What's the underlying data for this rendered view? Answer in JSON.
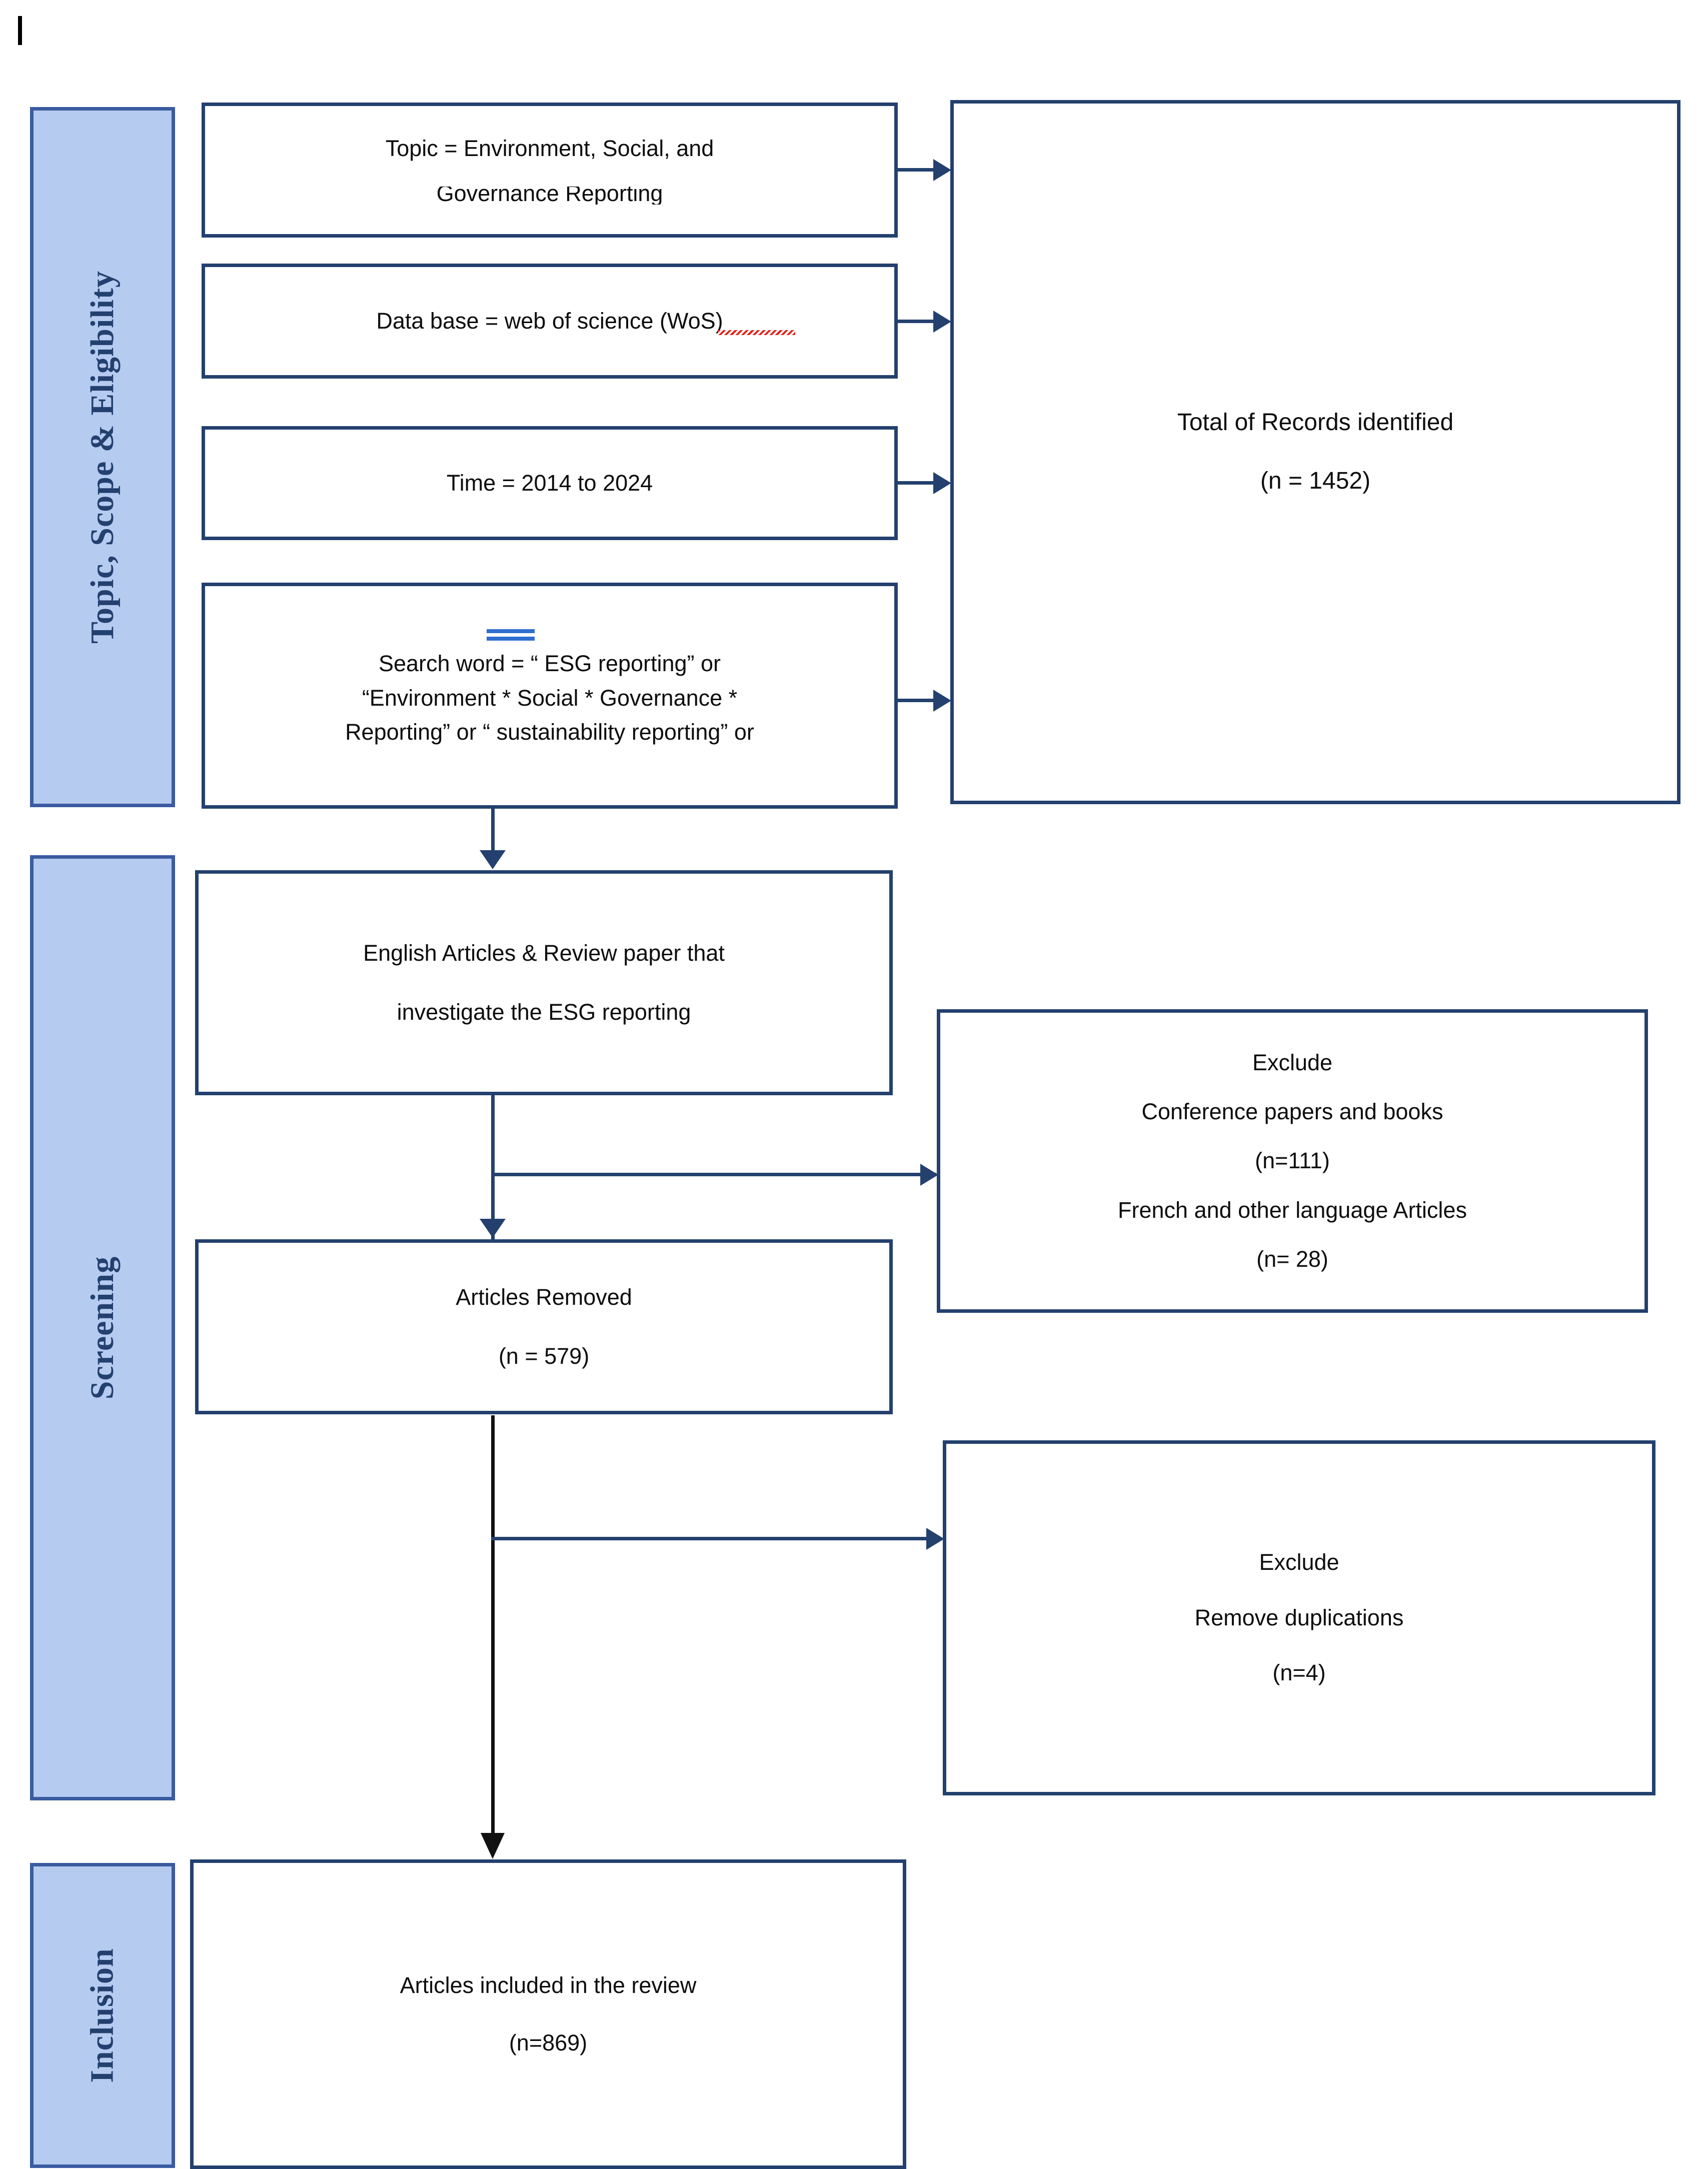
{
  "diagram": {
    "title": "PRISMA flow diagram of article selection for ESG reporting review",
    "accent_blue": "#23406e",
    "stage_fill": "#b6cbf0",
    "stage_border": "#3a5ba0"
  },
  "stages": [
    {
      "id": "eligibility",
      "label": "Topic, Scope & Eligibility"
    },
    {
      "id": "screening",
      "label": "Screening"
    },
    {
      "id": "inclusion",
      "label": "Inclusion"
    }
  ],
  "criteria_boxes": [
    {
      "id": "topic",
      "lines": [
        "Topic = Environment, Social, and",
        "Governance Reporting"
      ]
    },
    {
      "id": "database",
      "lines": [
        "Data base = web of science (WoS)"
      ]
    },
    {
      "id": "time",
      "lines": [
        "Time = 2014 to 2024"
      ]
    },
    {
      "id": "search_word",
      "lines": [
        "Search  word  =  “ ESG reporting” or",
        "“Environment * Social * Governance *",
        "Reporting” or “ sustainability reporting” or"
      ]
    }
  ],
  "records_box": {
    "id": "records_identified",
    "lines": [
      "Total of Records identified",
      "(n = 1452)"
    ]
  },
  "screening_boxes": [
    {
      "id": "english_articles",
      "lines": [
        "English Articles & Review paper that",
        "investigate the ESG reporting"
      ]
    },
    {
      "id": "articles_removed",
      "lines": [
        "Articles Removed",
        "(n = 579)"
      ]
    }
  ],
  "exclude_boxes": [
    {
      "id": "exclude_conference",
      "lines": [
        "Exclude",
        "Conference papers and books",
        "(n=111)",
        "French and other language Articles",
        "(n= 28)"
      ]
    },
    {
      "id": "exclude_duplications",
      "lines": [
        "Exclude",
        "Remove duplications",
        "(n=4)"
      ]
    }
  ],
  "inclusion_box": {
    "id": "articles_included",
    "lines": [
      "Articles included in the review",
      "(n=869)"
    ]
  }
}
